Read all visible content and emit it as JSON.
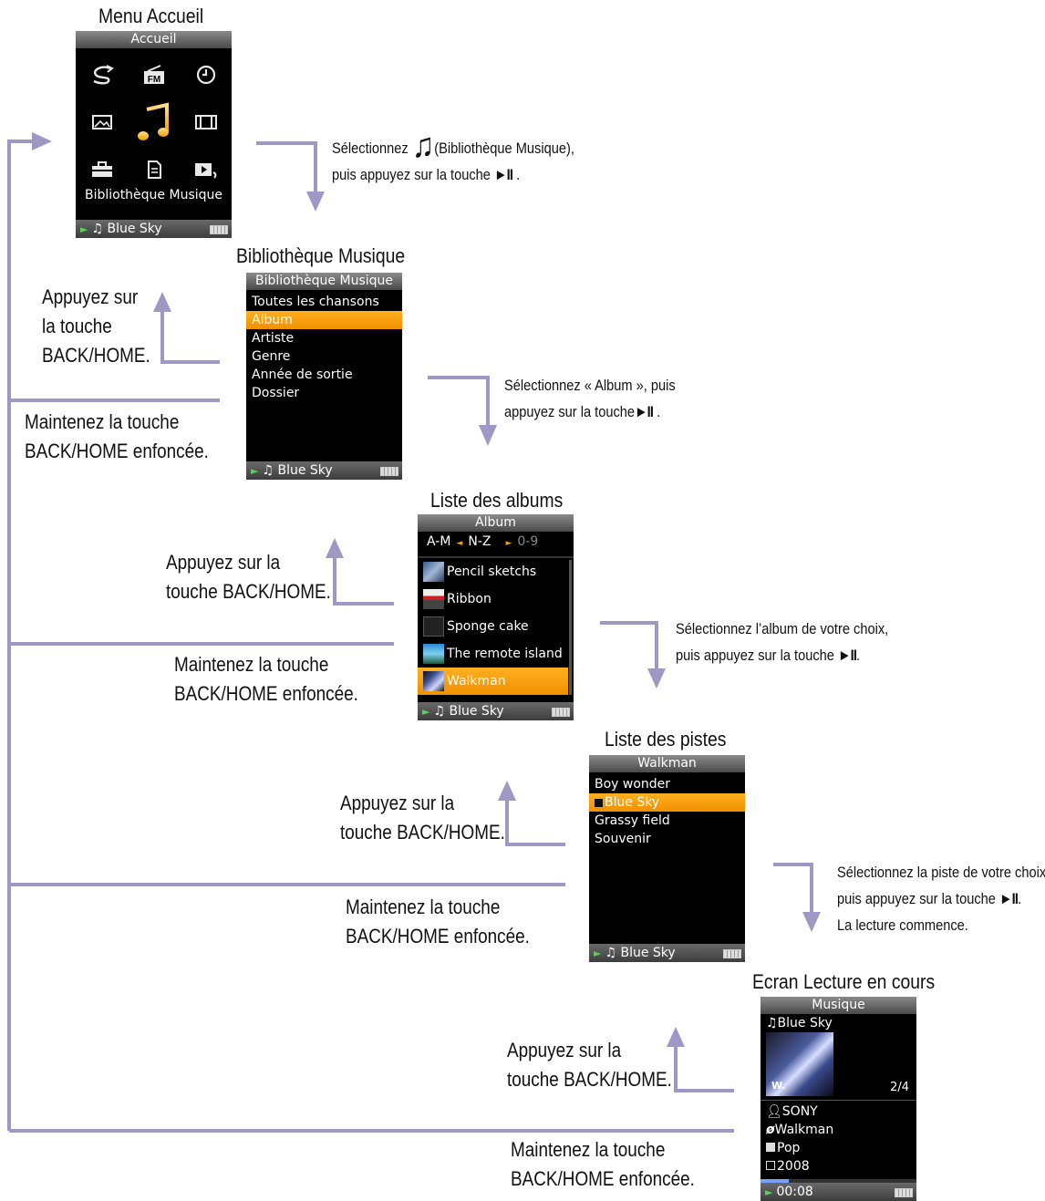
{
  "screens": {
    "home": {
      "title": "Menu Accueil",
      "header": "Accueil",
      "icons": [
        "shuffle-icon",
        "fm-radio-icon",
        "clock-icon",
        "photo-icon",
        "music-note-icon",
        "video-icon",
        "settings-toolbox-icon",
        "podcast-icon",
        "now-playing-icon"
      ],
      "fm_text": "FM",
      "label": "Bibliothèque Musique",
      "footer": "♫ Blue Sky"
    },
    "library": {
      "title": "Bibliothèque Musique",
      "header": "Bibliothèque Musique",
      "items": [
        "Toutes les chansons",
        "Album",
        "Artiste",
        "Genre",
        "Année de sortie",
        "Dossier"
      ],
      "selected_index": 1,
      "footer": "♫ Blue Sky"
    },
    "albums": {
      "title": "Liste des albums",
      "header": "Album",
      "az": [
        "A-M",
        "N-Z",
        "0-9"
      ],
      "items": [
        "Pencil sketchs",
        "Ribbon",
        "Sponge cake",
        "The remote island",
        "Walkman"
      ],
      "selected_index": 4,
      "footer": "♫ Blue Sky"
    },
    "tracks": {
      "title": "Liste des pistes",
      "header": "Walkman",
      "items": [
        "Boy wonder",
        "Blue Sky",
        "Grassy field",
        "Souvenir"
      ],
      "selected_index": 1,
      "footer": "♫ Blue Sky"
    },
    "now_playing": {
      "title": "Ecran Lecture en cours",
      "header": "Musique",
      "song": "♫Blue Sky",
      "track_pos": "2/4",
      "artist": "SONY",
      "album": "Walkman",
      "genre": "Pop",
      "year": "2008",
      "time": "00:08"
    }
  },
  "instructions": {
    "step1": {
      "line1_before": "Sélectionnez",
      "line1_after": "(Bibliothèque Musique),",
      "line2": "puis appuyez sur la touche",
      "line2_end": "."
    },
    "step2": {
      "line1": "Sélectionnez « Album », puis",
      "line2": "appuyez sur la touche",
      "line2_end": "."
    },
    "step3": {
      "line1": "Sélectionnez l’album de votre choix,",
      "line2": "puis appuyez sur la touche",
      "line2_end": "."
    },
    "step4": {
      "line1": "Sélectionnez la piste de votre choix,",
      "line2": "puis appuyez sur la touche",
      "line2_end": ".",
      "line3": "La lecture commence."
    },
    "play_pause_symbol": "►II",
    "music_note_symbol": "♫"
  },
  "notes": {
    "back1": [
      "Appuyez sur",
      "la touche",
      "BACK/HOME."
    ],
    "hold1": [
      "Maintenez la touche",
      "BACK/HOME enfoncée."
    ],
    "back2": [
      "Appuyez sur la",
      "touche BACK/HOME."
    ],
    "hold2": [
      "Maintenez la touche",
      "BACK/HOME enfoncée."
    ],
    "back3": [
      "Appuyez sur la",
      "touche BACK/HOME."
    ],
    "hold3": [
      "Maintenez la touche",
      "BACK/HOME enfoncée."
    ],
    "back4": [
      "Appuyez sur la",
      "touche BACK/HOME."
    ],
    "hold4": [
      "Maintenez la touche",
      "BACK/HOME enfoncée."
    ]
  },
  "colors": {
    "flow_line": "#9d98c4",
    "selection": "#f5a000",
    "screen_bg": "#000000"
  }
}
